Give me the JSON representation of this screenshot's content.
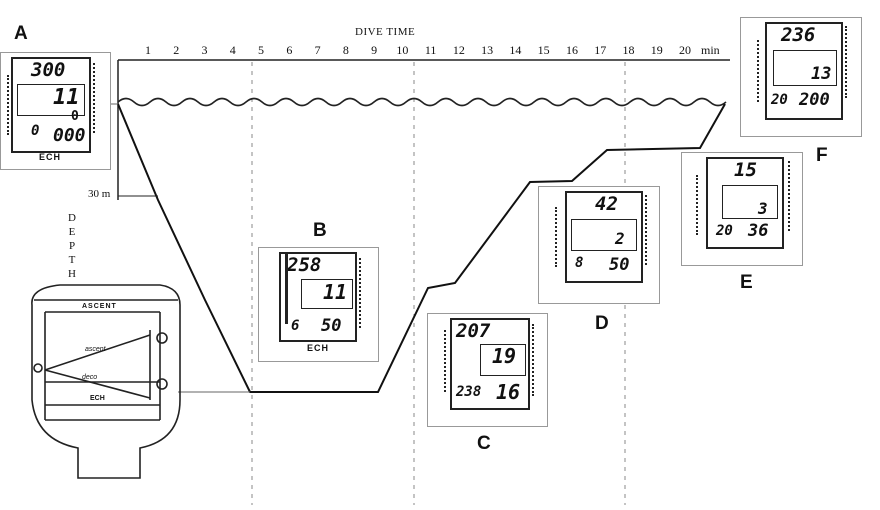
{
  "title": "DIVE TIME",
  "time_unit": "min",
  "time_ticks": [
    "1",
    "2",
    "3",
    "4",
    "5",
    "6",
    "7",
    "8",
    "9",
    "10",
    "11",
    "12",
    "13",
    "14",
    "15",
    "16",
    "17",
    "18",
    "19",
    "20"
  ],
  "depth_label": "30 m",
  "depth_letters": [
    "D",
    "E",
    "P",
    "T",
    "H"
  ],
  "labels": {
    "a": "A",
    "b": "B",
    "c": "C",
    "d": "D",
    "e": "E",
    "f": "F"
  },
  "computer_a": {
    "top": "300",
    "mid": "11",
    "right": "0",
    "bl": "0",
    "br": "000",
    "caption": "ECH"
  },
  "computer_b": {
    "top": "258",
    "mid": "11",
    "bl": "6",
    "br": "50",
    "caption": "ECH"
  },
  "computer_c": {
    "top": "207",
    "mid": "19",
    "bl": "238",
    "br": "16"
  },
  "computer_d": {
    "top": "42",
    "mid": "2",
    "bl": "8",
    "br": "50"
  },
  "computer_e": {
    "top": "15",
    "mid": "3",
    "bl": "20",
    "br": "36"
  },
  "computer_f": {
    "top": "236",
    "mid": "13",
    "bl": "20",
    "br": "200"
  },
  "console": {
    "top_label": "ASCENT",
    "mid_label1": "ascent",
    "mid_label2": "deco",
    "bottom_label": "ECH"
  },
  "colors": {
    "ink": "#111111",
    "panel_border": "#999999",
    "grid": "#888888"
  }
}
